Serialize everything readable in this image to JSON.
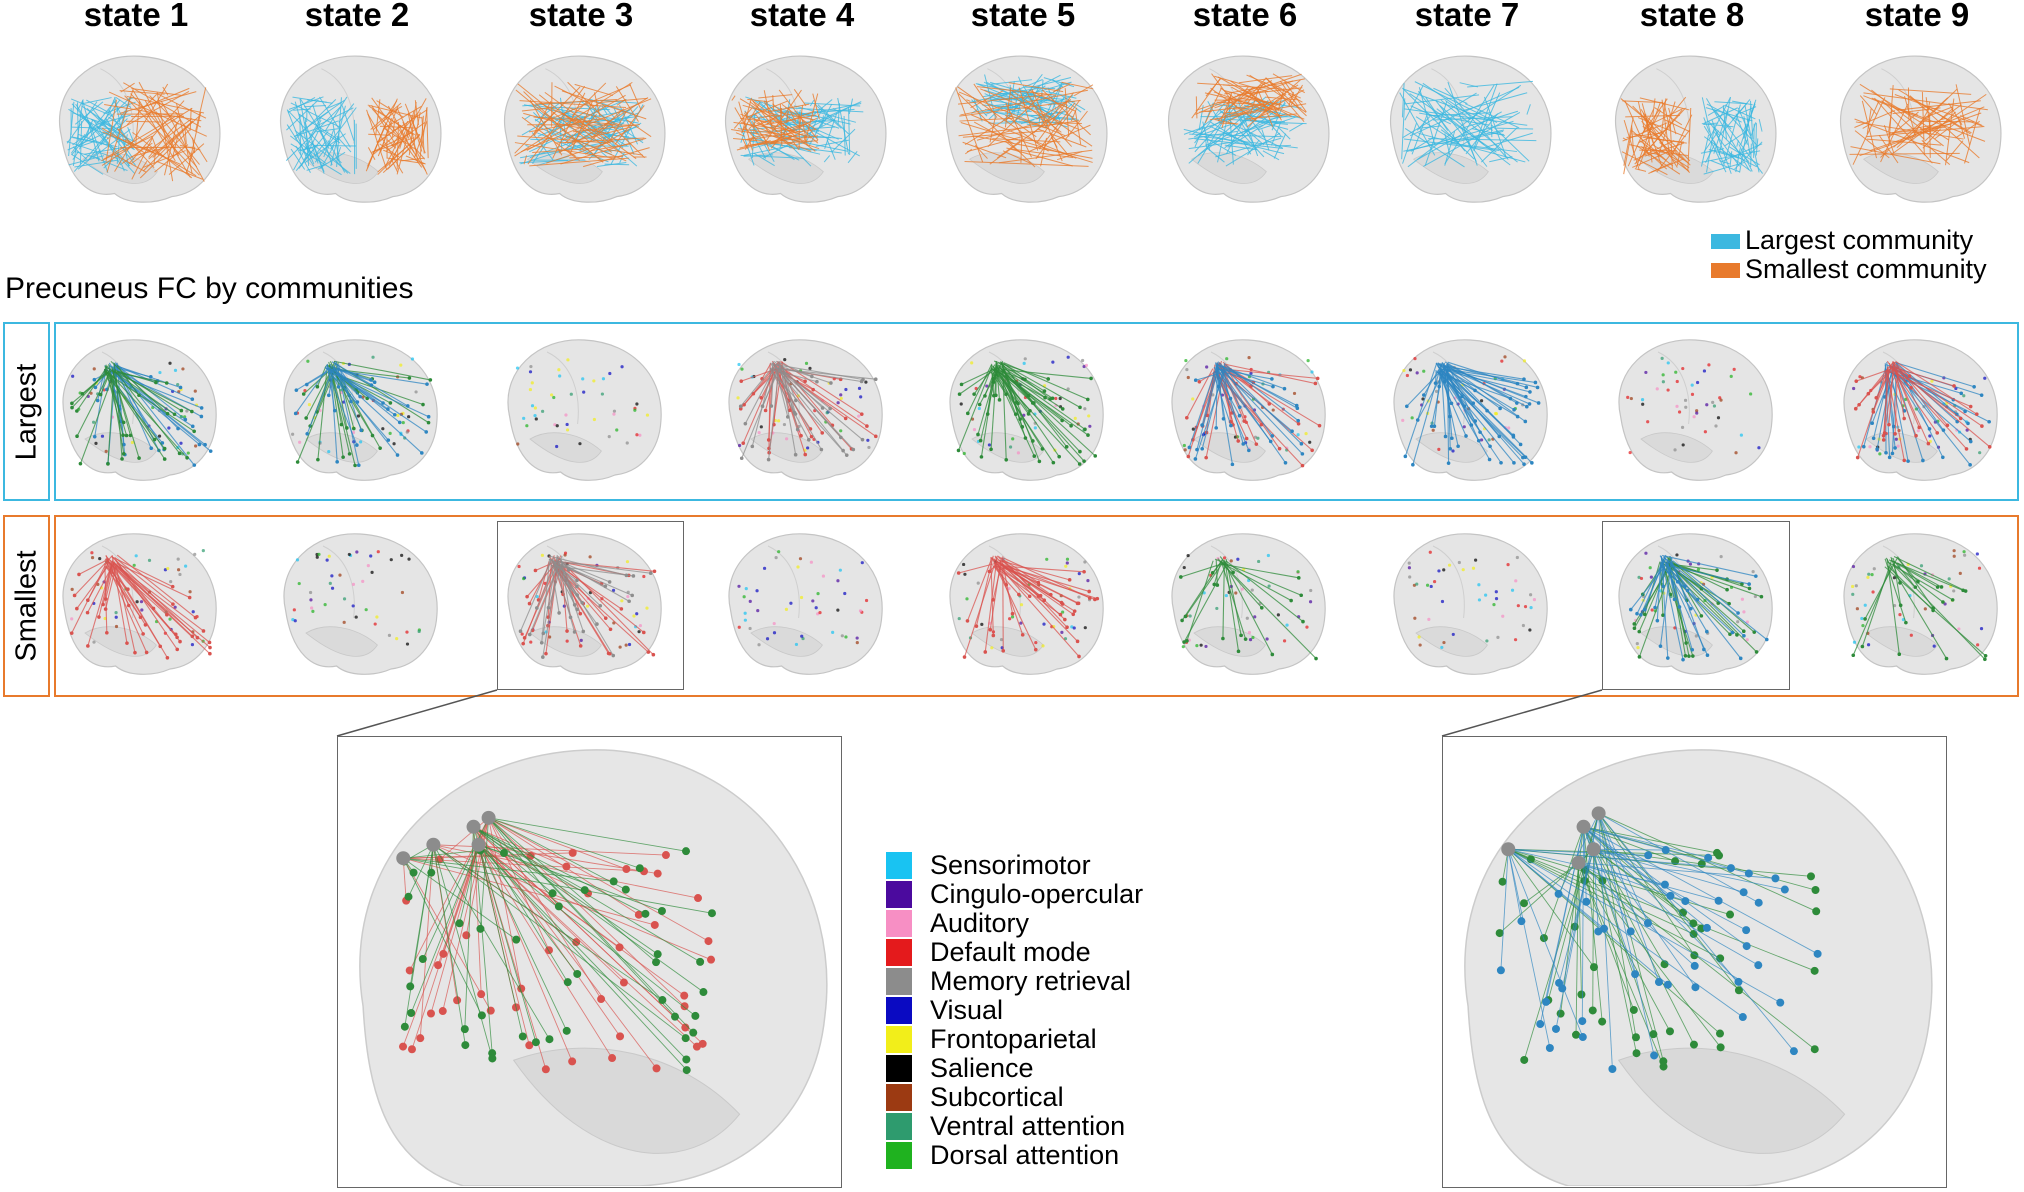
{
  "states": [
    "state 1",
    "state 2",
    "state 3",
    "state 4",
    "state 5",
    "state 6",
    "state 7",
    "state 8",
    "state 9"
  ],
  "community_legend": [
    {
      "label": "Largest community",
      "color": "#3cb8e0"
    },
    {
      "label": "Smallest community",
      "color": "#e87a2c"
    }
  ],
  "section_title": "Precuneus FC by communities",
  "rows": [
    {
      "label": "Largest",
      "color": "#3cb8e0"
    },
    {
      "label": "Smallest",
      "color": "#e87a2c"
    }
  ],
  "top_row": [
    {
      "largest": "left",
      "smallest": "center-right"
    },
    {
      "largest": "left",
      "smallest": "right"
    },
    {
      "largest": "mid",
      "smallest": "full"
    },
    {
      "largest": "mid",
      "smallest": "front"
    },
    {
      "largest": "top",
      "smallest": "full"
    },
    {
      "largest": "mid",
      "smallest": "top"
    },
    {
      "largest": "full",
      "smallest": "none"
    },
    {
      "largest": "right",
      "smallest": "left"
    },
    {
      "largest": "none",
      "smallest": "full"
    }
  ],
  "largest_row": [
    {
      "colors": [
        "#2e86c1",
        "#2e8b3a"
      ],
      "density": "high"
    },
    {
      "colors": [
        "#2e8b3a",
        "#2e86c1"
      ],
      "density": "high"
    },
    {
      "colors": [],
      "density": "none"
    },
    {
      "colors": [
        "#d9534f",
        "#8e8e8e"
      ],
      "density": "high"
    },
    {
      "colors": [
        "#2e8b3a"
      ],
      "density": "high"
    },
    {
      "colors": [
        "#d9534f",
        "#2e86c1"
      ],
      "density": "high"
    },
    {
      "colors": [
        "#2e86c1"
      ],
      "density": "high"
    },
    {
      "colors": [],
      "density": "none"
    },
    {
      "colors": [
        "#2e86c1",
        "#d9534f"
      ],
      "density": "high"
    }
  ],
  "smallest_row": [
    {
      "colors": [
        "#d9534f"
      ],
      "density": "medium"
    },
    {
      "colors": [],
      "density": "none"
    },
    {
      "colors": [
        "#d9534f",
        "#8e8e8e"
      ],
      "density": "high",
      "highlighted": true
    },
    {
      "colors": [],
      "density": "none"
    },
    {
      "colors": [
        "#d9534f"
      ],
      "density": "medium"
    },
    {
      "colors": [
        "#2e8b3a"
      ],
      "density": "low"
    },
    {
      "colors": [],
      "density": "none"
    },
    {
      "colors": [
        "#2e8b3a",
        "#2e86c1"
      ],
      "density": "high",
      "highlighted": true
    },
    {
      "colors": [
        "#2e8b3a"
      ],
      "density": "low"
    }
  ],
  "network_legend": [
    {
      "label": "Sensorimotor",
      "color": "#19c3f2"
    },
    {
      "label": "Cingulo-opercular",
      "color": "#4b0a9e"
    },
    {
      "label": "Auditory",
      "color": "#f78fc4"
    },
    {
      "label": "Default mode",
      "color": "#e41a1c"
    },
    {
      "label": "Memory retrieval",
      "color": "#8c8c8c"
    },
    {
      "label": "Visual",
      "color": "#0a0ac2"
    },
    {
      "label": "Frontoparietal",
      "color": "#f2ee1a"
    },
    {
      "label": "Salience",
      "color": "#000000"
    },
    {
      "label": "Subcortical",
      "color": "#9c3a12"
    },
    {
      "label": "Ventral attention",
      "color": "#2e9b6e"
    },
    {
      "label": "Dorsal attention",
      "color": "#1fb21f"
    }
  ]
}
